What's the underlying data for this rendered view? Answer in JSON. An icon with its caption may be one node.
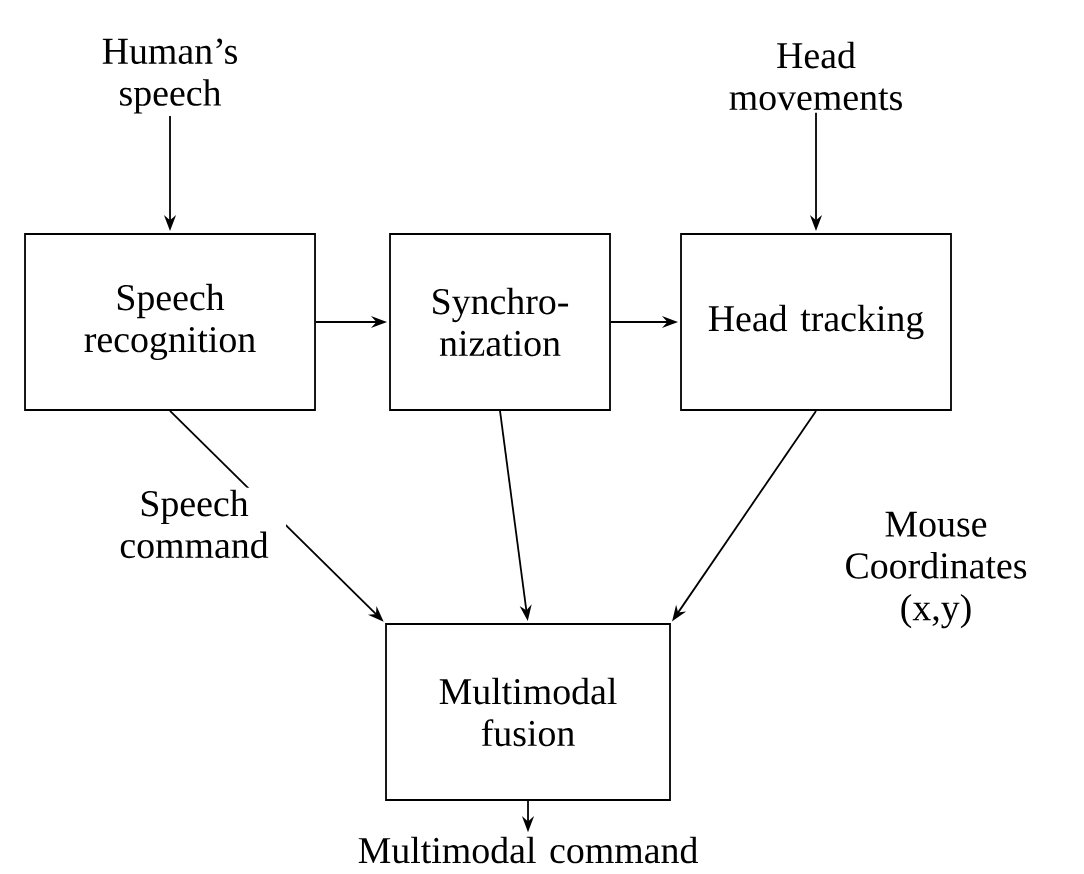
{
  "diagram": {
    "nodes": [
      {
        "text": [
          "Human’s speech"
        ]
      },
      {
        "text": [
          "Head movements"
        ]
      },
      {
        "text": [
          "Speech recognition"
        ]
      },
      {
        "text": [
          "Synchro- nization"
        ]
      },
      {
        "text": [
          "Head tracking"
        ]
      },
      {
        "text": [
          "Multimodal fusion"
        ]
      },
      {
        "text": [
          "Multimodal command"
        ]
      }
    ],
    "edges": [
      {
        "from": 0,
        "to": 2,
        "arrow": "to"
      },
      {
        "from": 1,
        "to": 4,
        "arrow": "to"
      },
      {
        "from": 2,
        "to": 3,
        "arrow": "to"
      },
      {
        "from": 3,
        "to": 4,
        "arrow": "to"
      },
      {
        "from": 2,
        "to": 5,
        "arrow": "to",
        "label": "Speech command"
      },
      {
        "from": 3,
        "to": 5,
        "arrow": "to"
      },
      {
        "from": 4,
        "to": 5,
        "arrow": "to",
        "label": "Mouse Coordinates (x,y)"
      },
      {
        "from": 5,
        "to": 6,
        "arrow": "to"
      }
    ]
  }
}
